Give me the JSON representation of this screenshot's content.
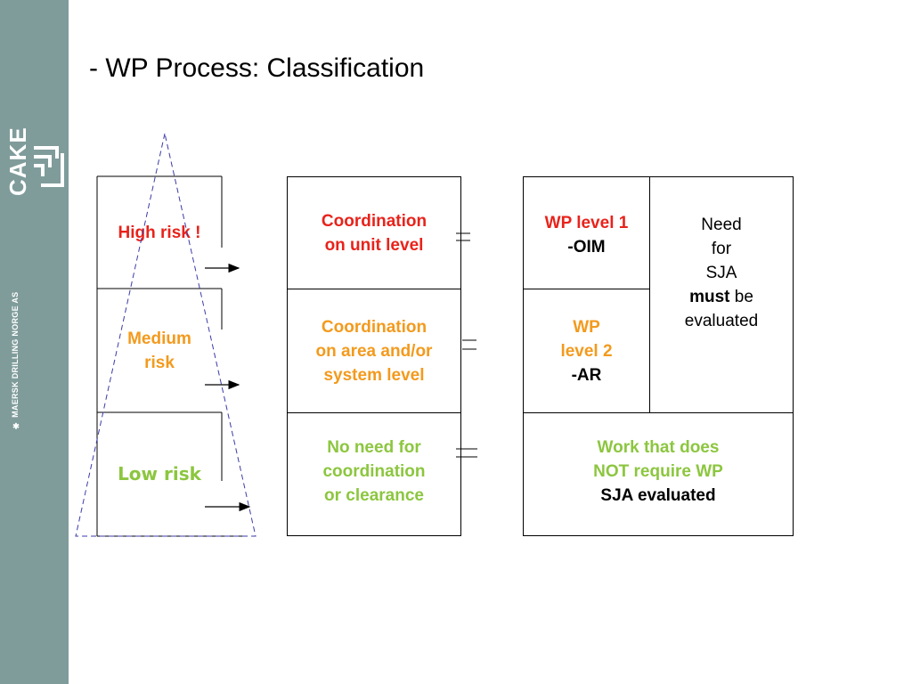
{
  "slide": {
    "title": "- WP Process: Classification",
    "colors": {
      "sidebar": "#7f9c9b",
      "high": "#e8231b",
      "medium": "#f39a1d",
      "low": "#8cc63f"
    }
  },
  "branding": {
    "logo_text": "CAKE",
    "company_text": "✱ MAERSK DRILLING NORGE AS"
  },
  "risk_levels": [
    {
      "label": "High risk !"
    },
    {
      "label": "Medium risk",
      "line1": "Medium",
      "line2": "risk"
    },
    {
      "label": "Low risk"
    }
  ],
  "coordination": [
    {
      "line1": "Coordination",
      "line2": "on unit level"
    },
    {
      "line1": "Coordination",
      "line2": "on area and/or",
      "line3": "system level"
    },
    {
      "line1": "No need for",
      "line2": "coordination",
      "line3": "or clearance"
    }
  ],
  "wp_levels": [
    {
      "line1": "WP level 1",
      "line2": "-OIM"
    },
    {
      "line1": "WP",
      "line2": "level 2",
      "line3": "-AR"
    }
  ],
  "sja_note": {
    "line1": "Need",
    "line2": "for",
    "line3": "SJA",
    "must": "must",
    "rest": " be",
    "line5": "evaluated"
  },
  "no_wp": {
    "line1": "Work that does",
    "line2": "NOT require WP",
    "line3": "SJA evaluated"
  }
}
